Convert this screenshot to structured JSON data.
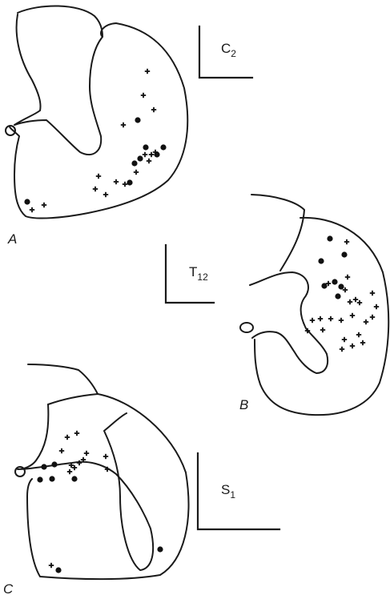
{
  "panels": [
    {
      "letter": "A",
      "segment": {
        "main": "C",
        "sub": "2"
      }
    },
    {
      "letter": "B",
      "segment": {
        "main": "T",
        "sub": "12"
      }
    },
    {
      "letter": "C",
      "segment": {
        "main": "S",
        "sub": "1"
      }
    }
  ],
  "colors": {
    "ink": "#1a1a1a"
  },
  "symbols": [
    "filled-circle-marker",
    "cross-marker"
  ]
}
